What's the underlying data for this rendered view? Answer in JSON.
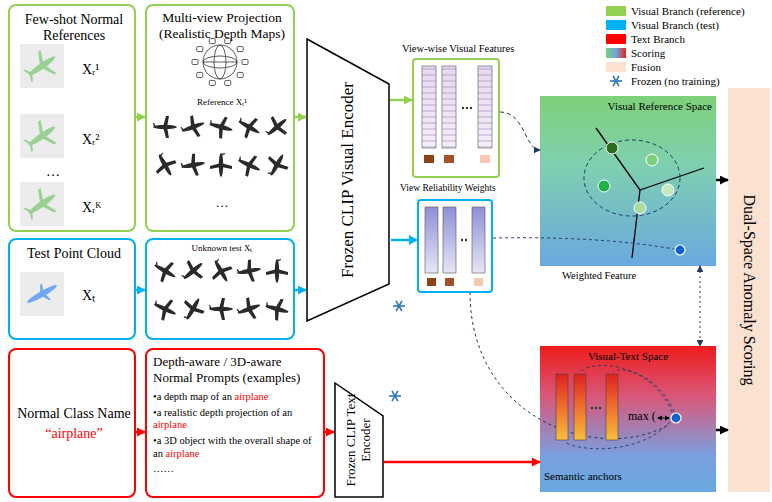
{
  "diagram": {
    "nodes": [
      {
        "text": [
          "Few-shot Normal References",
          "Xᵣ¹",
          "Xᵣ²",
          "…",
          "Xᵣᴷ"
        ]
      },
      {
        "text": [
          "Multi-view Projection (Realistic Depth Maps)",
          "Reference Xᵣ¹",
          "…"
        ]
      },
      {
        "text": [
          "Test Point Cloud",
          "Xₜ"
        ]
      },
      {
        "text": [
          "Unknown test Xₜ"
        ]
      },
      {
        "text": [
          "Frozen CLIP Visual Encoder"
        ]
      },
      {
        "text": [
          "Normal Class Name",
          "“airplane”"
        ]
      },
      {
        "text": [
          "Depth-aware / 3D-aware Normal Prompts (examples)",
          "•a depth map of an airplane",
          "•a realistic depth projection of an airplane",
          "•a 3D object with the overall shape of an airplane",
          "……"
        ]
      },
      {
        "text": [
          "Frozen CLIP Text Encoder"
        ]
      },
      {
        "text": [
          "View-wise Visual Features",
          "View Reliability Weights"
        ]
      },
      {
        "text": [
          "Visual Reference Space"
        ]
      },
      {
        "text": [
          "Visual-Text Space",
          "max (",
          "Semantic anchors"
        ]
      },
      {
        "text": [
          "Dual-Space Anomaly Scoring"
        ]
      }
    ],
    "edges": [
      {
        "from": 0,
        "to": 1,
        "arrow": "to"
      },
      {
        "from": 2,
        "to": 3,
        "arrow": "to"
      },
      {
        "from": 5,
        "to": 6,
        "arrow": "to"
      },
      {
        "from": 1,
        "to": 4,
        "arrow": "to"
      },
      {
        "from": 3,
        "to": 4,
        "arrow": "to"
      },
      {
        "from": 6,
        "to": 7,
        "arrow": "to"
      },
      {
        "from": 4,
        "to": 8,
        "arrow": "to"
      },
      {
        "from": 7,
        "to": 10,
        "arrow": "to"
      },
      {
        "from": 8,
        "to": 9,
        "arrow": "to"
      },
      {
        "from": 9,
        "to": 10,
        "arrow": "both"
      },
      {
        "from": 9,
        "to": 11,
        "arrow": "to"
      },
      {
        "from": 10,
        "to": 11,
        "arrow": "to"
      }
    ],
    "labels": [
      "Weighted Feature"
    ],
    "legend": [
      {
        "text": "Visual Branch (reference)",
        "color": "#92d050"
      },
      {
        "text": "Visual Branch (test)",
        "color": "#00b0f0"
      },
      {
        "text": "Text Branch",
        "color": "#ff0000"
      },
      {
        "text": "Scoring"
      },
      {
        "text": "Fusion",
        "color": "#fbe1d0"
      },
      {
        "text": "Frozen (no training)"
      }
    ]
  }
}
